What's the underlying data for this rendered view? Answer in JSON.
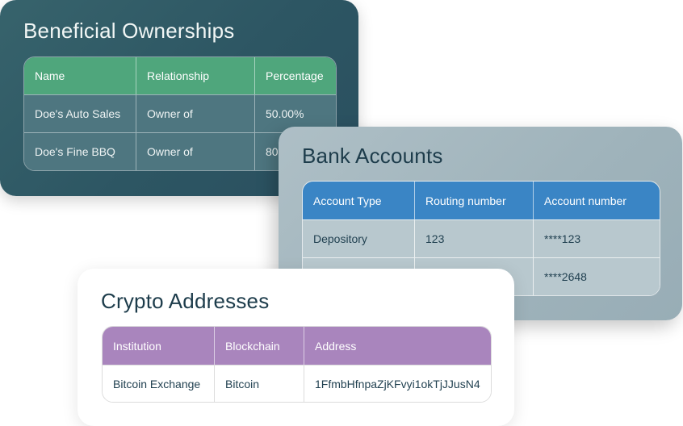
{
  "ownership": {
    "title": "Beneficial Ownerships",
    "headers": [
      "Name",
      "Relationship",
      "Percentage"
    ],
    "rows": [
      [
        "Doe's Auto Sales",
        "Owner of",
        "50.00%"
      ],
      [
        "Doe's Fine BBQ",
        "Owner of",
        "80"
      ]
    ],
    "colors": {
      "header": "#4fa67c",
      "card": "#2d5663"
    }
  },
  "bank": {
    "title": "Bank Accounts",
    "headers": [
      "Account Type",
      "Routing number",
      "Account number"
    ],
    "rows": [
      [
        "Depository",
        "123",
        "****123"
      ],
      [
        "",
        "",
        "****2648"
      ]
    ],
    "colors": {
      "header": "#3a85c5",
      "card": "#a6b9c1"
    }
  },
  "crypto": {
    "title": "Crypto Addresses",
    "headers": [
      "Institution",
      "Blockchain",
      "Address"
    ],
    "rows": [
      [
        "Bitcoin Exchange",
        "Bitcoin",
        "1FfmbHfnpaZjKFvyi1okTjJJusN4"
      ]
    ],
    "colors": {
      "header": "#a985bd",
      "card": "#ffffff"
    }
  }
}
